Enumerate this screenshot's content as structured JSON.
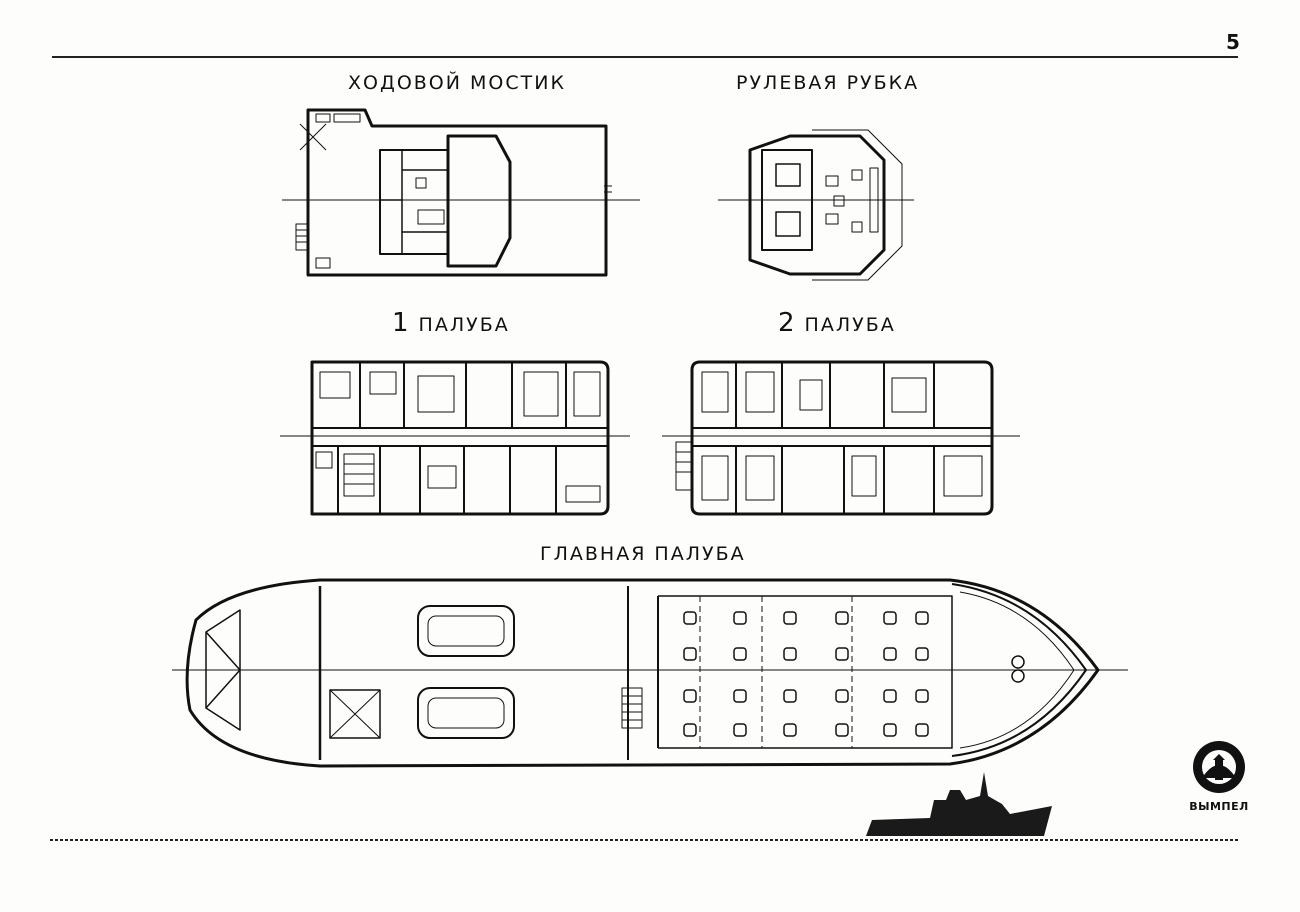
{
  "page": {
    "number": "5"
  },
  "titles": {
    "bridge": "ХОДОВОЙ МОСТИК",
    "wheelhouse": "РУЛЕВАЯ РУБКА",
    "deck1_number": "1",
    "deck1_word": "ПАЛУБА",
    "deck2_number": "2",
    "deck2_word": "ПАЛУБА",
    "main_deck": "ГЛАВНАЯ ПАЛУБА"
  },
  "logo": {
    "text": "ВЫМПЕЛ"
  },
  "colors": {
    "ink": "#111111",
    "paper": "#fdfdfb"
  }
}
